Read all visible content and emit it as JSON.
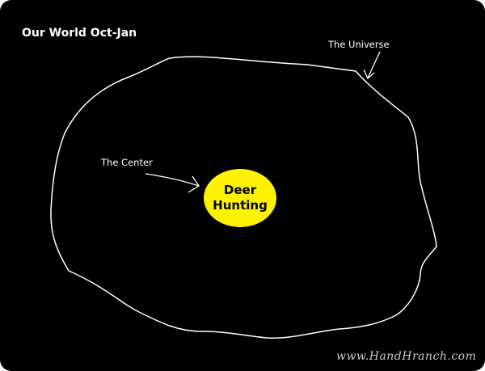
{
  "title": "Our World Oct-Jan",
  "labels": {
    "universe": "The Universe",
    "center": "The Center"
  },
  "center_blob": {
    "line1": "Deer",
    "line2": "Hunting",
    "color": "#fff200"
  },
  "watermark": "www.HandHranch.com"
}
